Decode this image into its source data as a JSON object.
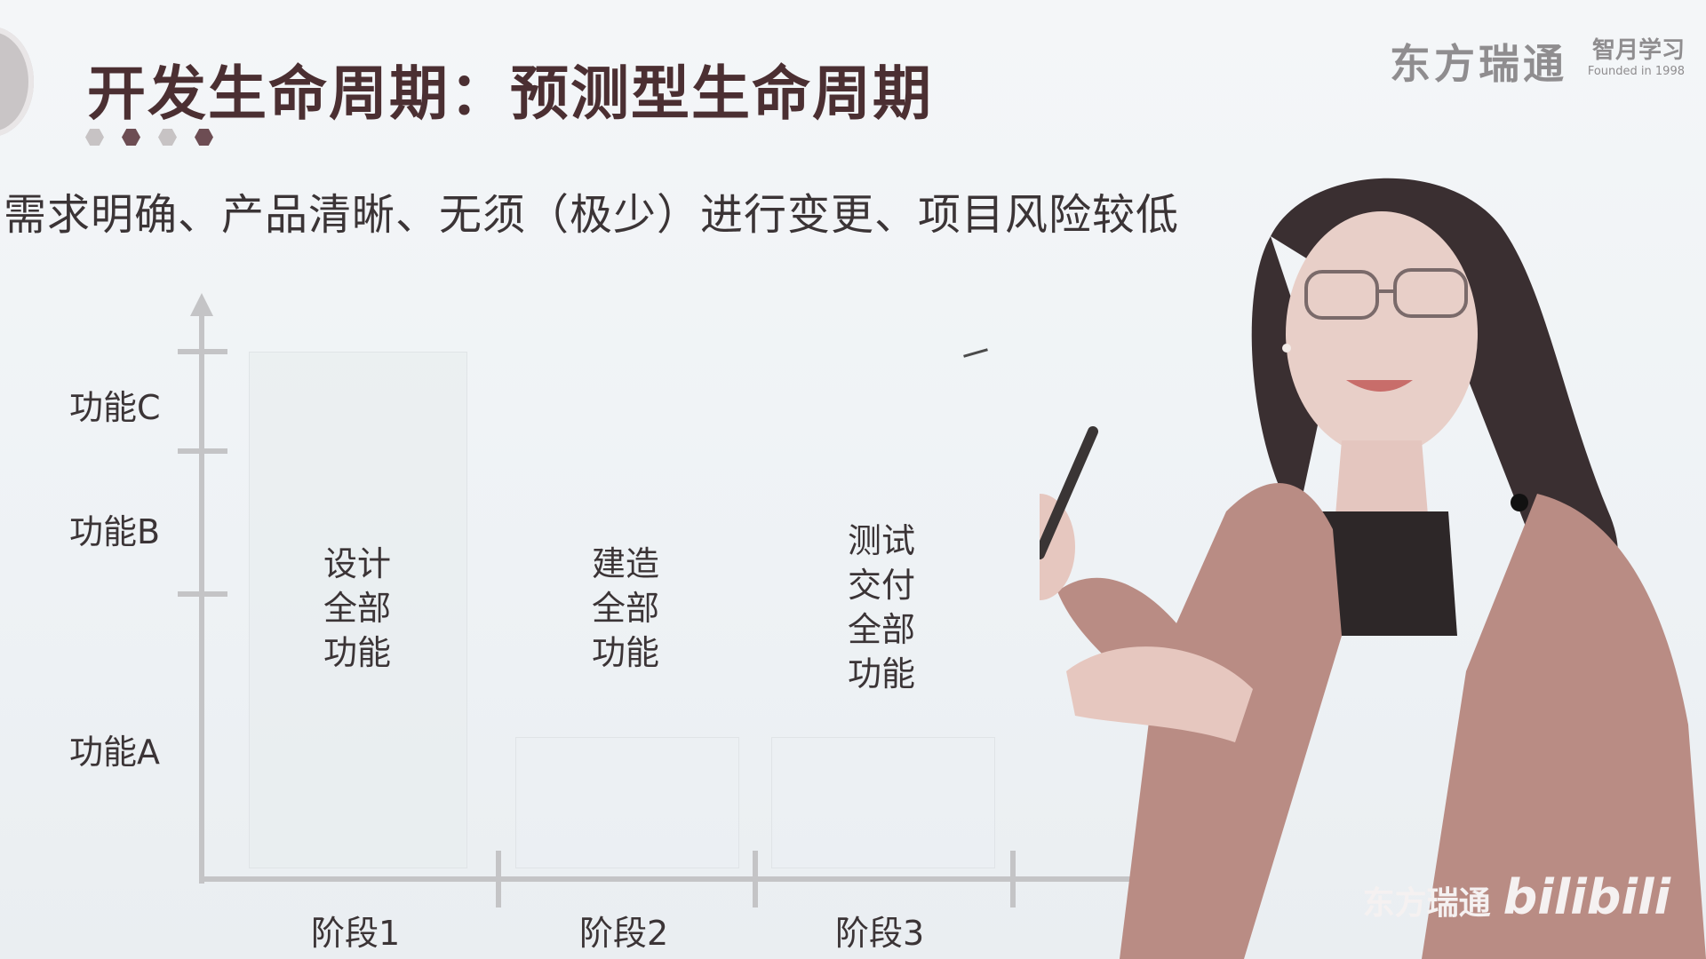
{
  "header": {
    "title": "开发生命周期：预测型生命周期",
    "subtitle": "需求明确、产品清晰、无须（极少）进行变更、项目风险较低"
  },
  "brand": {
    "name": "东方瑞通",
    "logo_text": "智月学习",
    "logo_sub": "Founded in 1998"
  },
  "diagram": {
    "y_labels": [
      "功能C",
      "功能B",
      "功能A"
    ],
    "x_labels": [
      "阶段1",
      "阶段2",
      "阶段3"
    ],
    "phases": [
      {
        "lines": [
          "设计",
          "全部",
          "功能"
        ]
      },
      {
        "lines": [
          "建造",
          "全部",
          "功能"
        ]
      },
      {
        "lines": [
          "测试",
          "交付",
          "全部",
          "功能"
        ]
      }
    ]
  },
  "watermark": {
    "brand": "东方瑞通",
    "platform": "bilibili"
  },
  "colors": {
    "title": "#4b2f32",
    "axis": "#c4c4c6",
    "dot_dark": "#6d4d53",
    "dot_light": "#c7c3c4",
    "jacket": "#b98c84"
  }
}
